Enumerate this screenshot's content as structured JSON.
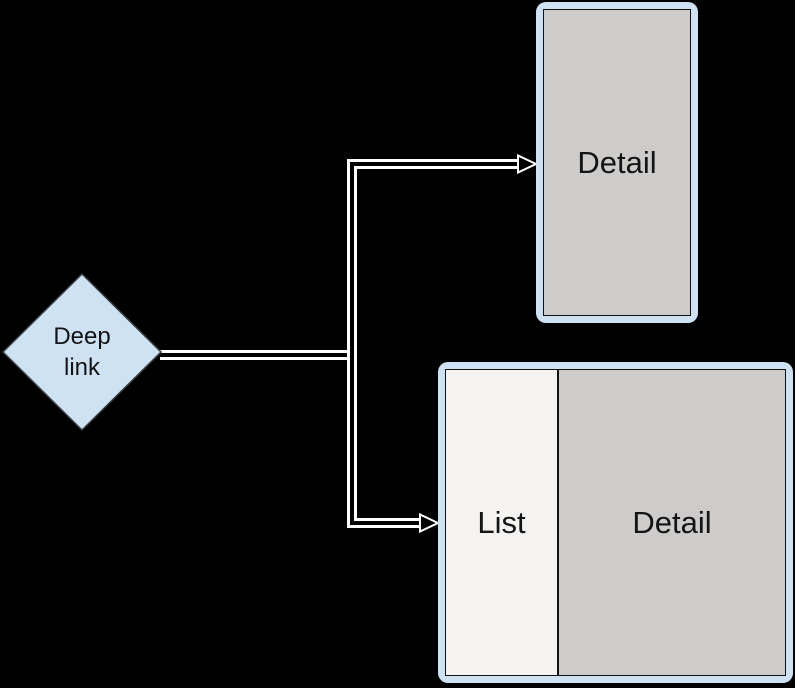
{
  "diagram": {
    "deep_link": {
      "label": "Deep\nlink"
    },
    "detail_panel": {
      "label": "Detail"
    },
    "list_detail_panel": {
      "list_label": "List",
      "detail_label": "Detail"
    }
  },
  "colors": {
    "background": "#000000",
    "shape_fill_blue": "#cfe2f3",
    "detail_gray": "#cdcccb",
    "list_gray": "#f4f3f2",
    "connector_white": "#ffffff",
    "outline_black": "#111111",
    "text": "#141414"
  }
}
